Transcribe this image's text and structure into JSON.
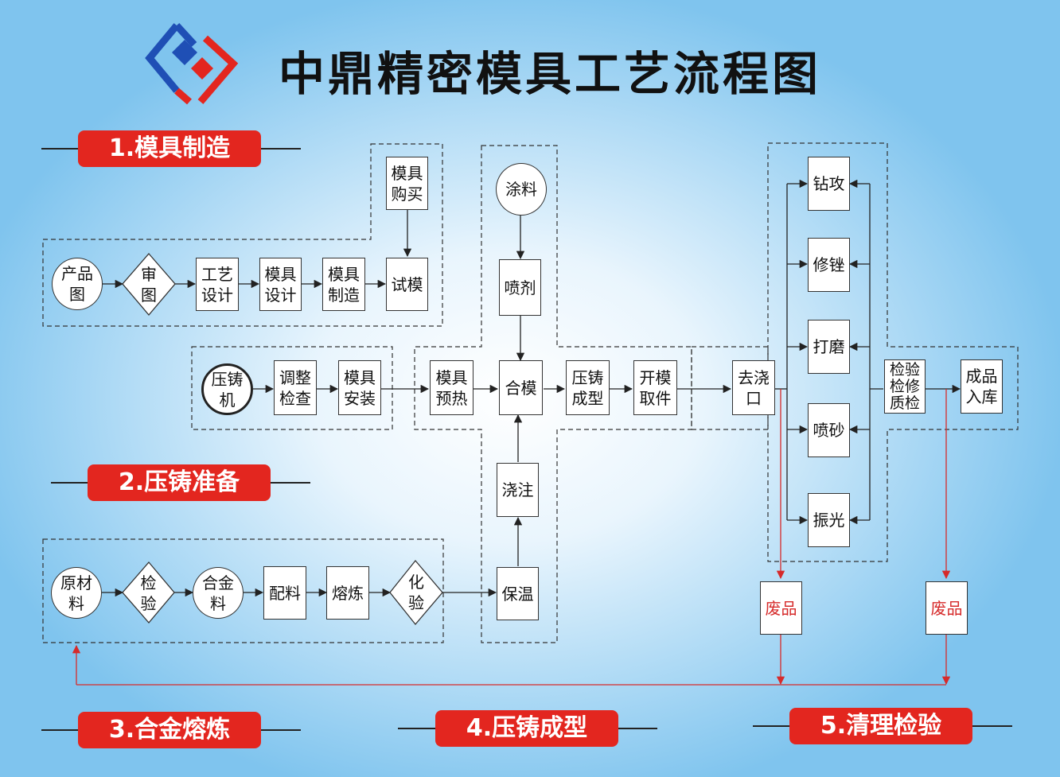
{
  "title": "中鼎精密模具工艺流程图",
  "colors": {
    "accent_red": "#e3261f",
    "logo_blue": "#1f4fb5",
    "logo_red": "#e3261f",
    "line": "#222222",
    "scrap_line": "#d62a2a"
  },
  "sections": {
    "s1": "1.模具制造",
    "s2": "2.压铸准备",
    "s3": "3.合金熔炼",
    "s4": "4.压铸成型",
    "s5": "5.清理检验"
  },
  "nodes": {
    "mold_purchase": "模具\n购买",
    "product_drawing": "产品\n图",
    "review": "审\n图",
    "process_design": "工艺\n设计",
    "mold_design": "模具\n设计",
    "mold_making": "模具\n制造",
    "trial_mold": "试模",
    "coating": "涂料",
    "spray_agent": "喷剂",
    "die_machine": "压铸\n机",
    "adjust_check": "调整\n检查",
    "mold_install": "模具\n安装",
    "mold_preheat": "模具\n预热",
    "mold_close": "合模",
    "die_forming": "压铸\n成型",
    "open_take": "开模\n取件",
    "remove_gate": "去浇\n口",
    "drill_tap": "钻攻",
    "trim_file": "修锉",
    "grind": "打磨",
    "sandblast": "喷砂",
    "vibrate_polish": "振光",
    "inspect_repair": "检验\n检修\n质检",
    "finished_storage": "成品\n入库",
    "pouring": "浇注",
    "holding": "保温",
    "raw_material": "原材\n料",
    "inspect": "检\n验",
    "alloy": "合金\n料",
    "batching": "配料",
    "smelting": "熔炼",
    "chem_test": "化\n验",
    "scrap1": "废品",
    "scrap2": "废品"
  }
}
